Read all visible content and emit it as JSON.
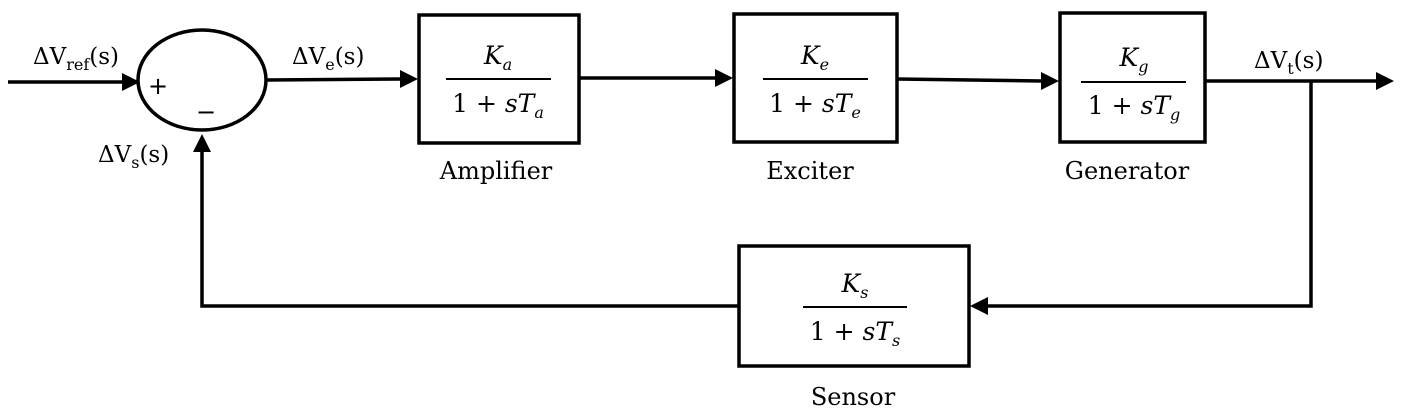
{
  "signals": {
    "vref": {
      "base": "ΔV",
      "sub": "ref",
      "arg": "(s)"
    },
    "ve": {
      "base": "ΔV",
      "sub": "e",
      "arg": "(s)"
    },
    "vs": {
      "base": "ΔV",
      "sub": "s",
      "arg": "(s)"
    },
    "vt": {
      "base": "ΔV",
      "sub": "t",
      "arg": "(s)"
    }
  },
  "summing_junction": {
    "plus": "+",
    "minus": "−"
  },
  "blocks": {
    "amplifier": {
      "label": "Amplifier",
      "num_base": "K",
      "num_sub": "a",
      "den_prefix": "1 + ",
      "den_var": "sT",
      "den_sub": "a"
    },
    "exciter": {
      "label": "Exciter",
      "num_base": "K",
      "num_sub": "e",
      "den_prefix": "1 + ",
      "den_var": "sT",
      "den_sub": "e"
    },
    "generator": {
      "label": "Generator",
      "num_base": "K",
      "num_sub": "g",
      "den_prefix": "1 + ",
      "den_var": "sT",
      "den_sub": "g"
    },
    "sensor": {
      "label": "Sensor",
      "num_base": "K",
      "num_sub": "s",
      "den_prefix": "1 + ",
      "den_var": "sT",
      "den_sub": "s"
    }
  }
}
